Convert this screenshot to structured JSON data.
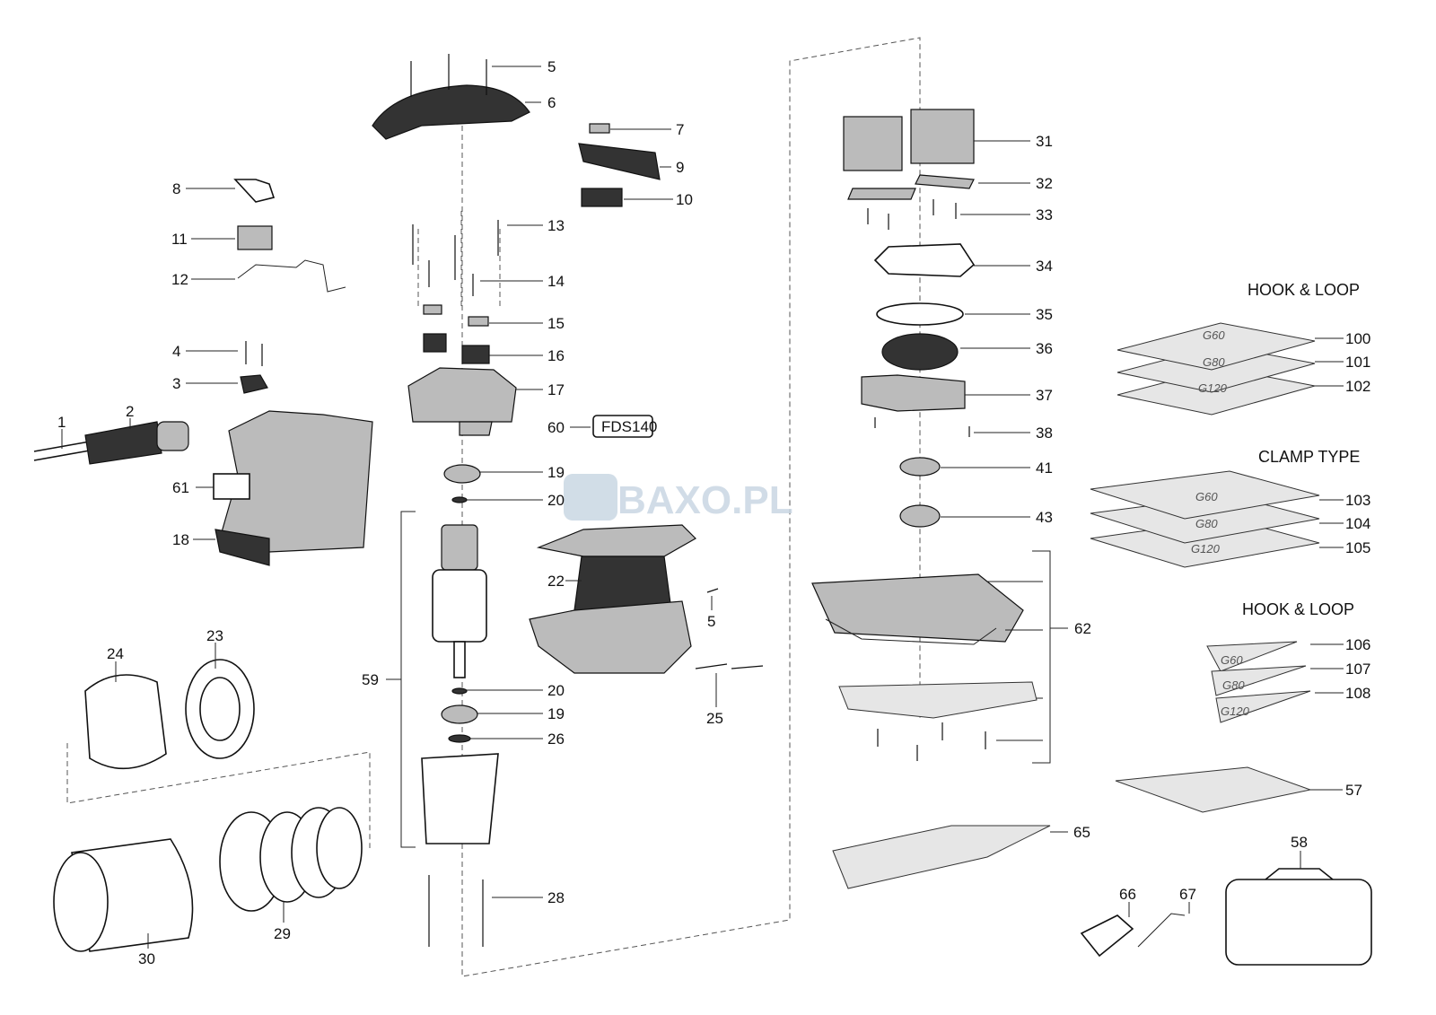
{
  "diagram": {
    "watermark": "BAXO.PL",
    "model_tag": "FDS140",
    "section_headers": [
      "HOOK & LOOP",
      "CLAMP TYPE",
      "HOOK & LOOP"
    ],
    "grits": [
      "G60",
      "G80",
      "G120"
    ],
    "labels": {
      "p1": "1",
      "p2": "2",
      "p3": "3",
      "p4": "4",
      "p5a": "5",
      "p5b": "5",
      "p6": "6",
      "p7": "7",
      "p8": "8",
      "p9": "9",
      "p10": "10",
      "p11": "11",
      "p12": "12",
      "p13": "13",
      "p14": "14",
      "p15": "15",
      "p16": "16",
      "p17": "17",
      "p18": "18",
      "p19a": "19",
      "p19b": "19",
      "p20a": "20",
      "p20b": "20",
      "p22": "22",
      "p23": "23",
      "p24": "24",
      "p25": "25",
      "p26": "26",
      "p28": "28",
      "p29": "29",
      "p30": "30",
      "p31": "31",
      "p32": "32",
      "p33": "33",
      "p34": "34",
      "p35": "35",
      "p36": "36",
      "p37": "37",
      "p38": "38",
      "p41": "41",
      "p43": "43",
      "p57": "57",
      "p58": "58",
      "p59": "59",
      "p60": "60",
      "p61": "61",
      "p62": "62",
      "p65": "65",
      "p66": "66",
      "p67": "67",
      "p100": "100",
      "p101": "101",
      "p102": "102",
      "p103": "103",
      "p104": "104",
      "p105": "105",
      "p106": "106",
      "p107": "107",
      "p108": "108"
    }
  }
}
